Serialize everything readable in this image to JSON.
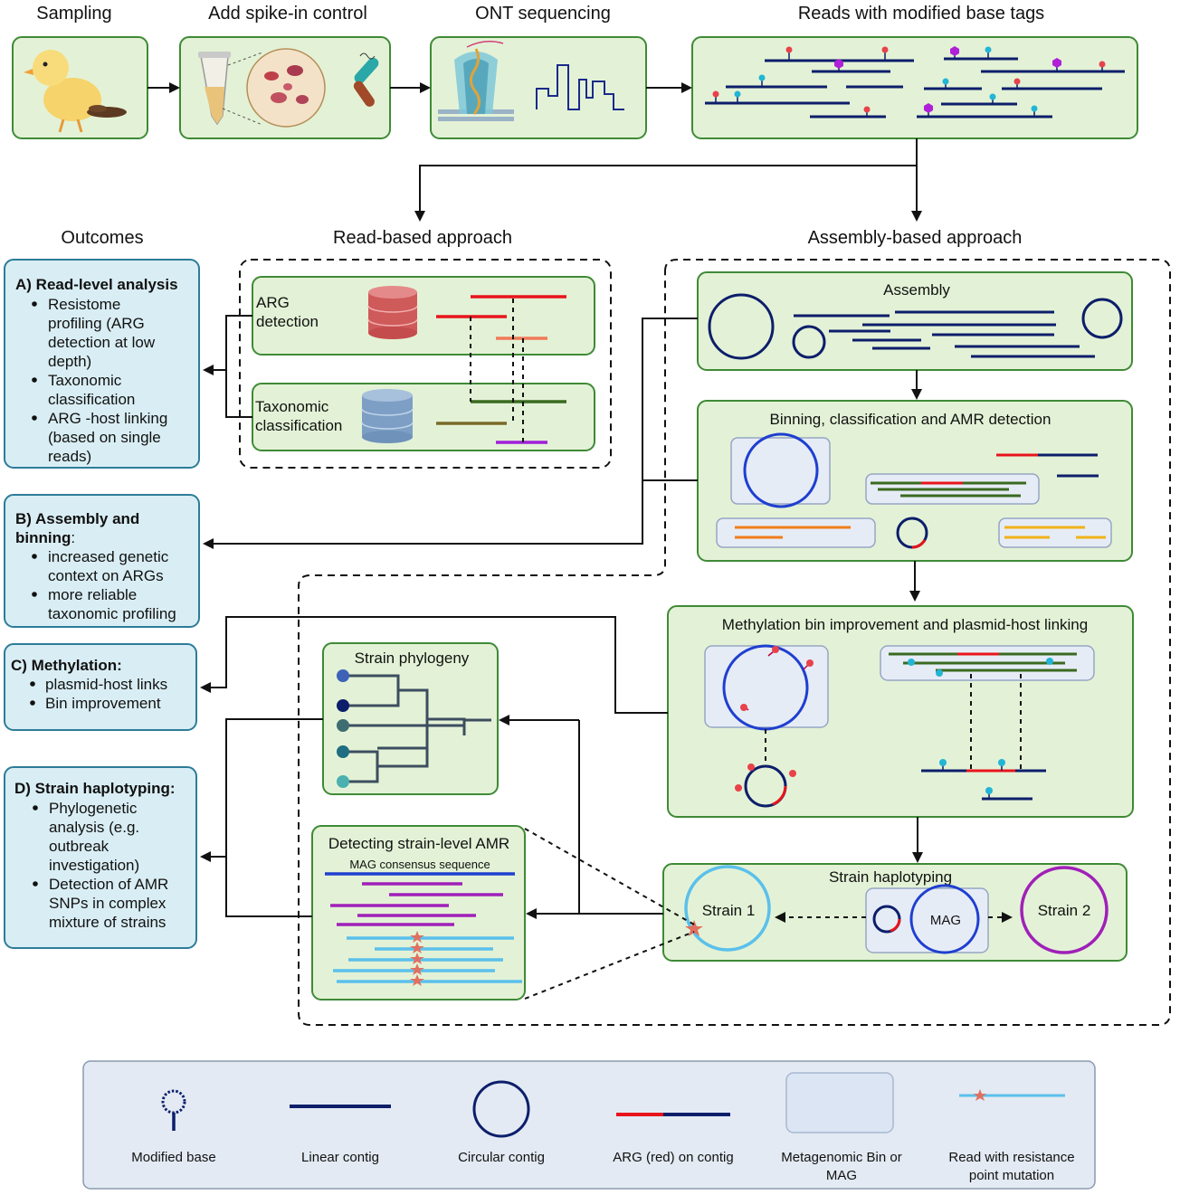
{
  "top": {
    "sampling": "Sampling",
    "spike_in": "Add spike-in control",
    "ont": "ONT sequencing",
    "reads_tags": "Reads with modified base tags"
  },
  "section_headers": {
    "outcomes": "Outcomes",
    "read_based": "Read-based approach",
    "assembly_based": "Assembly-based approach"
  },
  "read_based": {
    "arg_detection": [
      "ARG",
      "detection"
    ],
    "taxonomic_classification": [
      "Taxonomic",
      "classification"
    ]
  },
  "assembly_based": {
    "assembly": "Assembly",
    "binning": "Binning, classification and AMR detection",
    "methylation": "Methylation bin improvement and plasmid-host linking",
    "strain_haplotyping": "Strain haplotyping",
    "strain_1": "Strain 1",
    "strain_2": "Strain 2",
    "mag": "MAG",
    "strain_phylogeny": "Strain phylogeny",
    "detecting_amr": "Detecting strain-level AMR",
    "mag_consensus": "MAG consensus sequence"
  },
  "outcomes": {
    "a": {
      "title": "A) Read-level analysis",
      "lines": [
        {
          "text": "Resistome",
          "bullet": true
        },
        {
          "text": "profiling (ARG",
          "bullet": false
        },
        {
          "text": "detection at low",
          "bullet": false
        },
        {
          "text": "depth)",
          "bullet": false
        },
        {
          "text": "Taxonomic",
          "bullet": true
        },
        {
          "text": "classification",
          "bullet": false
        },
        {
          "text": "ARG -host linking",
          "bullet": true
        },
        {
          "text": "(based on single",
          "bullet": false
        },
        {
          "text": "reads)",
          "bullet": false
        }
      ]
    },
    "b": {
      "title_1": "B) Assembly and",
      "title_2": "binning",
      "title_suffix": ":",
      "lines": [
        {
          "text": "increased genetic",
          "bullet": true
        },
        {
          "text": "context on ARGs",
          "bullet": false
        },
        {
          "text": "more reliable",
          "bullet": true
        },
        {
          "text": "taxonomic profiling",
          "bullet": false
        }
      ]
    },
    "c": {
      "title": "C) Methylation:",
      "lines": [
        {
          "text": "plasmid-host links",
          "bullet": true
        },
        {
          "text": "Bin improvement",
          "bullet": true
        }
      ]
    },
    "d": {
      "title": "D) Strain haplotyping:",
      "lines": [
        {
          "text": "Phylogenetic",
          "bullet": true
        },
        {
          "text": "analysis (e.g.",
          "bullet": false
        },
        {
          "text": "outbreak",
          "bullet": false
        },
        {
          "text": "investigation)",
          "bullet": false
        },
        {
          "text": "Detection of AMR",
          "bullet": true
        },
        {
          "text": "SNPs in complex",
          "bullet": false
        },
        {
          "text": "mixture of strains",
          "bullet": false
        }
      ]
    }
  },
  "legend": {
    "modified_base": "Modified base",
    "linear_contig": "Linear contig",
    "circular_contig": "Circular contig",
    "arg_on_contig": "ARG (red) on contig",
    "bin_mag": [
      "Metagenomic Bin or",
      "MAG"
    ],
    "resistance_read": [
      "Read with resistance",
      "point mutation"
    ]
  },
  "colors": {
    "panel_green": "#e3f2d6",
    "panel_green_border": "#3f8a36",
    "outcome_blue": "#d9eef4",
    "outcome_blue_border": "#2d7c98",
    "contig_navy": "#0d1e6b",
    "arg_red": "#e8141c",
    "strain1_blue": "#5bc0eb",
    "strain2_purple": "#a020b8",
    "modified_base_red": "#e8424a",
    "modified_base_cyan": "#22b5d5",
    "modified_base_magenta": "#b020d8"
  },
  "icons": [
    "chick-icon",
    "spike-in-tube-icon",
    "bacteria-icon",
    "nanopore-icon",
    "signal-trace-icon",
    "database-red-icon",
    "database-blue-icon",
    "modified-base-icon",
    "mutation-star-icon"
  ]
}
